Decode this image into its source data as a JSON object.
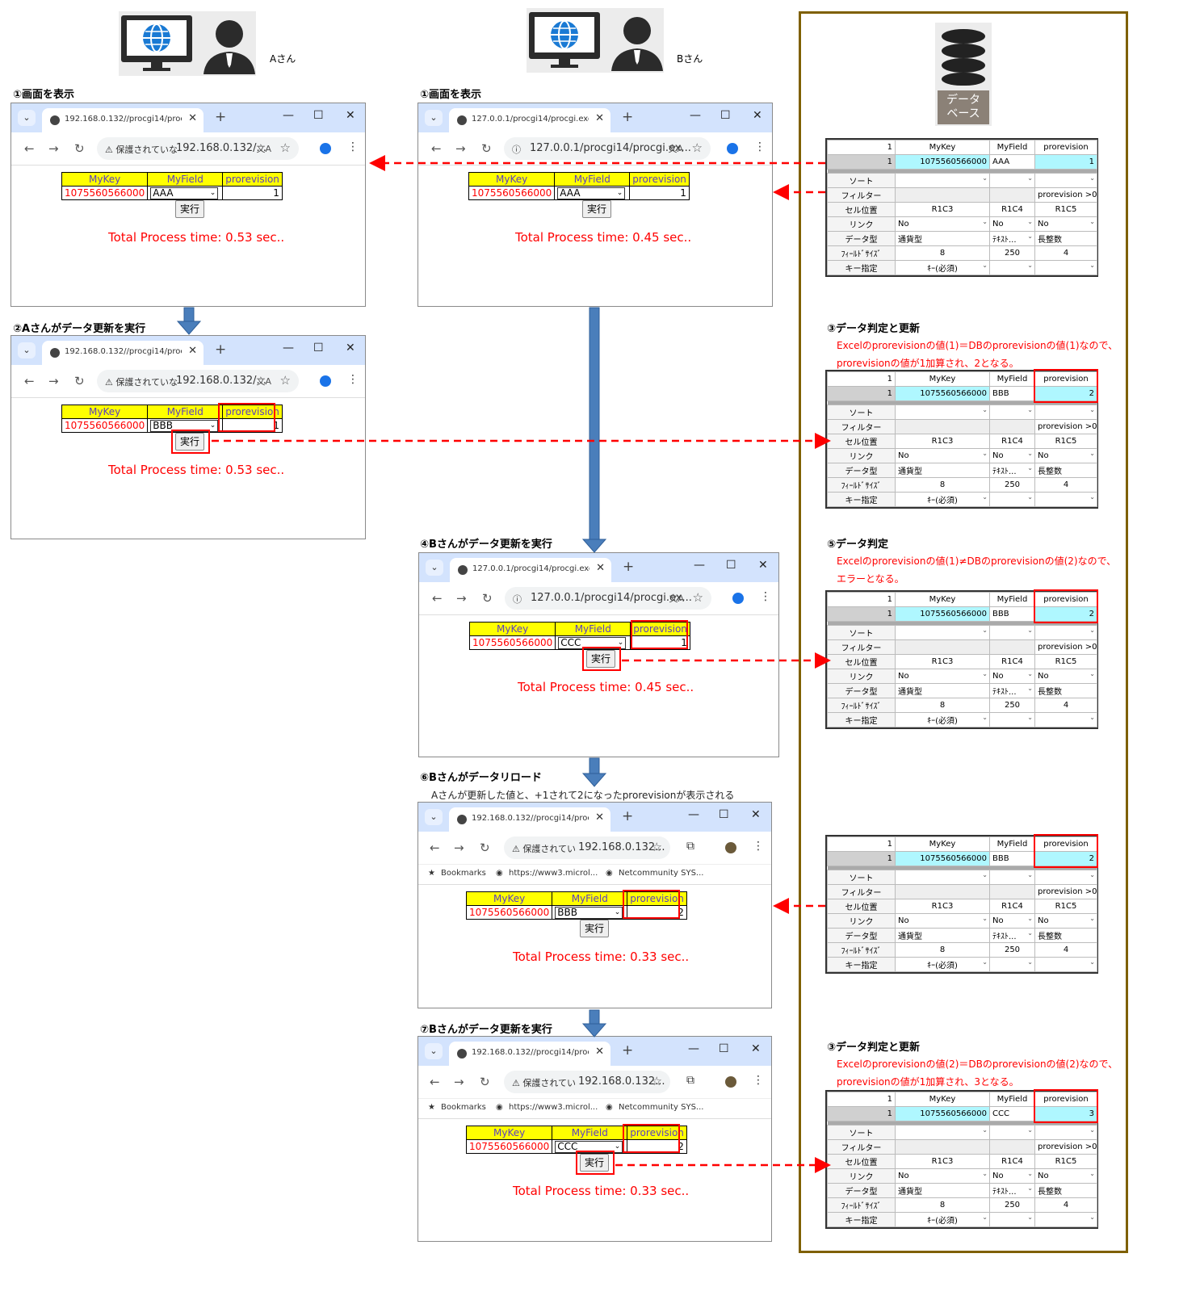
{
  "users": {
    "a": {
      "label": "Aさん"
    },
    "b": {
      "label": "Bさん"
    }
  },
  "steps": {
    "s1a": "①画面を表示",
    "s1b": "①画面を表示",
    "s2": "②Aさんがデータ更新を実行",
    "s3a": "③データ判定と更新",
    "s3a_note1": "Excelのprorevisionの値(1)＝DBのprorevisionの値(1)なので、",
    "s3a_note2": "prorevisionの値が1加算され、2となる。",
    "s4": "④Bさんがデータ更新を実行",
    "s5": "⑤データ判定",
    "s5_note1": "Excelのprorevisionの値(1)≠DBのprorevisionの値(2)なので、",
    "s5_note2": "エラーとなる。",
    "s6": "⑥Bさんがデータリロード",
    "s6_note": "Aさんが更新した値と、+1されて2になったprorevisionが表示される",
    "s7": "⑦Bさんがデータ更新を実行",
    "s3b": "③データ判定と更新",
    "s3b_note1": "Excelのprorevisionの値(2)＝DBのprorevisionの値(2)なので、",
    "s3b_note2": "prorevisionの値が1加算され、3となる。"
  },
  "browser": {
    "tab_a": "192.168.0.132//procgi14/procg",
    "tab_b": "127.0.0.1/procgi14/procgi.exe?",
    "tab_b_reload": "192.168.0.132//procgi14/procg",
    "security": "保護されていな",
    "security_short": "保護されてい",
    "url_a": "192.168.0.132/...",
    "url_b": "127.0.0.1/procgi14/procgi.ex...",
    "url_b_short": "192.168.0.132...",
    "bm_bookmarks": "Bookmarks",
    "bm_link1": "https://www3.microl...",
    "bm_link2": "Netcommunity SYS...",
    "close_glyph": "✕",
    "plus_glyph": "+",
    "min_glyph": "—",
    "max_glyph": "☐",
    "winclose_glyph": "✕"
  },
  "form": {
    "h_key": "MyKey",
    "h_field": "MyField",
    "h_rev": "prorevision",
    "key": "1075560566000",
    "exec": "実行"
  },
  "windows": [
    {
      "field": "AAA",
      "rev": "1",
      "time": "Total Process time: 0.53 sec.."
    },
    {
      "field": "AAA",
      "rev": "1",
      "time": "Total Process time: 0.45 sec.."
    },
    {
      "field": "BBB",
      "rev": "1",
      "time": "Total Process time: 0.53 sec.."
    },
    {
      "field": "CCC",
      "rev": "1",
      "time": "Total Process time: 0.45 sec.."
    },
    {
      "field": "BBB",
      "rev": "2",
      "time": "Total Process time: 0.33 sec.."
    },
    {
      "field": "CCC",
      "rev": "2",
      "time": "Total Process time: 0.33 sec.."
    }
  ],
  "db": {
    "label_line1": "データ",
    "label_line2": "ベース",
    "h_rownum": "1",
    "h_key": "MyKey",
    "h_field": "MyField",
    "h_rev": "prorevision",
    "row_num": "1",
    "key": "1075560566000",
    "labels": {
      "sort": "ソート",
      "filter": "フィルター",
      "cell": "セル位置",
      "link": "リンク",
      "dtype": "データ型",
      "fsize": "ﾌｨｰﾙﾄﾞｻｲｽﾞ",
      "keyspec": "キー指定"
    },
    "filter_rev": "prorevision >0",
    "cells": [
      "R1C3",
      "R1C4",
      "R1C5"
    ],
    "link_val": "No",
    "dtypes": [
      "通貨型",
      "ﾃｷｽﾄ...",
      "長整数"
    ],
    "sizes": [
      "8",
      "250",
      "4"
    ],
    "keyreq": "ｷｰ(必須)",
    "grids": [
      {
        "field": "AAA",
        "rev": "1"
      },
      {
        "field": "BBB",
        "rev": "2"
      },
      {
        "field": "BBB",
        "rev": "2"
      },
      {
        "field": "BBB",
        "rev": "2"
      },
      {
        "field": "CCC",
        "rev": "3"
      }
    ]
  },
  "colors": {
    "accent_red": "#ff0000",
    "arrow_blue": "#4a7ebb",
    "db_border": "#7f6000",
    "header_yellow": "#ffff00"
  }
}
